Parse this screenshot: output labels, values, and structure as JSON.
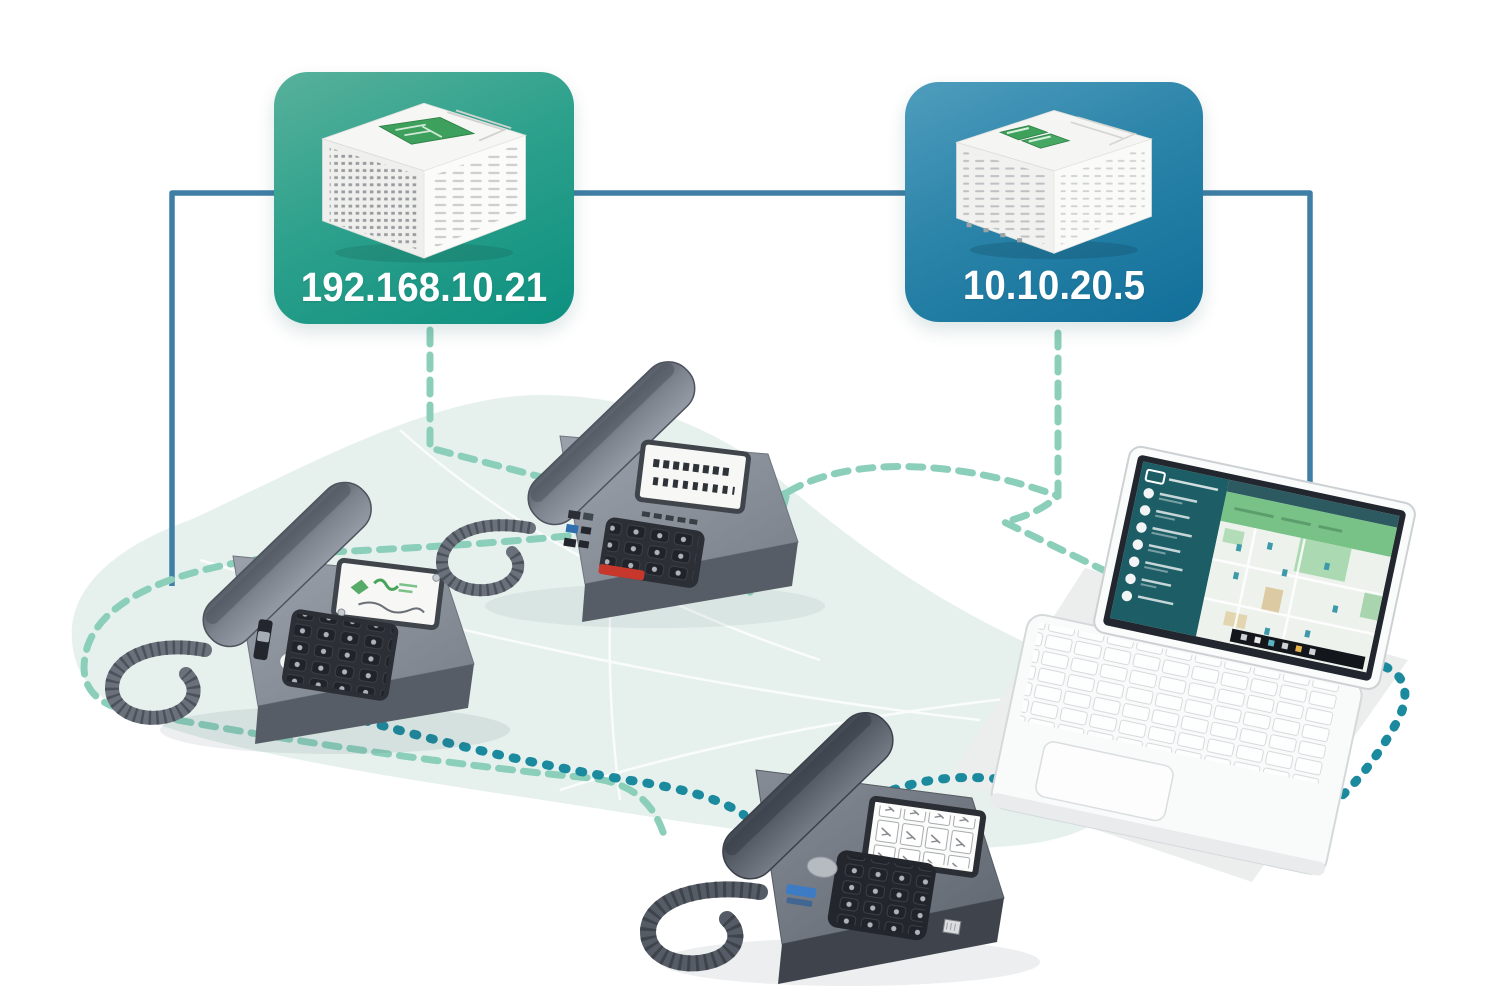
{
  "canvas": {
    "background": "#ffffff",
    "zone_blob_color": "#e6f1ed",
    "desk_sheet_color": "#eceeee"
  },
  "cards": {
    "primary": {
      "ip": "192.168.10.21",
      "gradient_top": "#58b19b",
      "gradient_bottom": "#0d9080",
      "device_icon": "white-gateway-box-icon"
    },
    "secondary": {
      "ip": "10.10.20.5",
      "gradient_top": "#4f9dbd",
      "gradient_bottom": "#116f99",
      "device_icon": "white-gateway-box-icon"
    }
  },
  "devices": {
    "phone_left": {
      "icon": "desk-phone-icon",
      "body_color": "#8b919b",
      "screen": "green-logo-display"
    },
    "phone_middle": {
      "icon": "desk-phone-icon",
      "body_color": "#8b919b",
      "screen": "text-display",
      "accent": "#c8372c"
    },
    "phone_bottom": {
      "icon": "desk-phone-icon",
      "body_color": "#70767f",
      "screen": "white-grid-display",
      "accent": "#3d7cc4"
    },
    "laptop": {
      "icon": "laptop-icon",
      "screen_sidebar_color": "#1d5e66",
      "screen_header_color": "#79c287",
      "screen_content": "contact-list-and-map"
    }
  },
  "links": {
    "wired_line_color": "#3f7fa5",
    "lan_dash_color": "#8bcfba",
    "voip_dot_color": "#1b8a9e"
  }
}
